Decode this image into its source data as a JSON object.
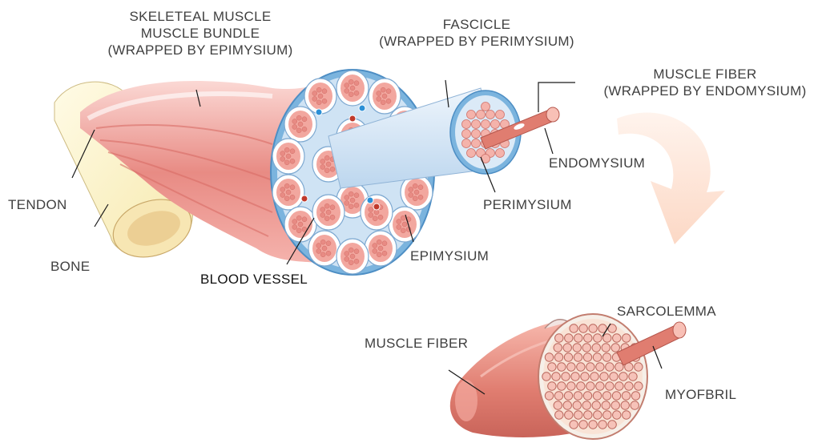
{
  "labels": {
    "skeletal_muscle": [
      "SKELETEAL MUSCLE",
      "MUSCLE BUNDLE",
      "(WRAPPED BY EPIMYSIUM)"
    ],
    "fascicle": [
      "FASCICLE",
      "(WRAPPED BY PERIMYSIUM)"
    ],
    "muscle_fiber_top": [
      "MUSCLE FIBER",
      "(WRAPPED BY ENDOMYSIUM)"
    ],
    "endomysium": "ENDOMYSIUM",
    "perimysium": "PERIMYSIUM",
    "epimysium": "EPIMYSIUM",
    "tendon": "TENDON",
    "bone": "BONE",
    "blood_vessel": "BLOOD VESSEL",
    "sarcolemma": "SARCOLEMMA",
    "muscle_fiber_bottom": "MUSCLE FIBER",
    "myofbril": "MYOFBRIL"
  },
  "colors": {
    "label_text": "#404040",
    "muscle_red": "#e8837c",
    "fascicle_fill": "#f4a9a0",
    "sheath_blue": "#dde9f5",
    "tendon_cream": "#fdf5cf",
    "bone_marrow": "#e8c98c",
    "arrow_peach": "#fde3d5",
    "vessel_blue": "#2a8fd6",
    "vessel_red": "#c0392b"
  },
  "icons": [
    "curved-arrow-icon"
  ]
}
